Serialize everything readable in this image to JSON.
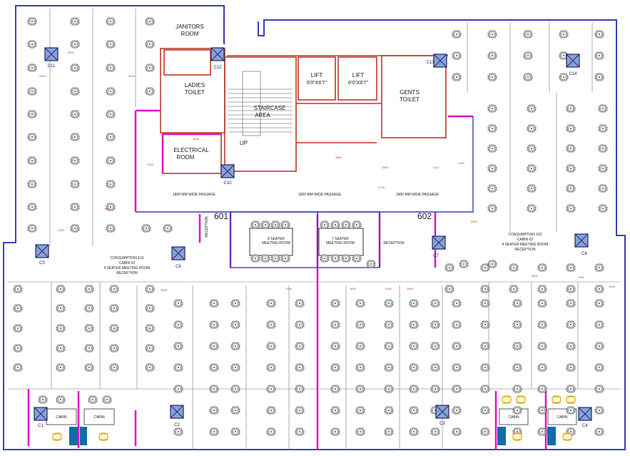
{
  "colors": {
    "outer_wall": "#3a3fb5",
    "core_wall": "#c0392b",
    "partition": "#e010c8",
    "column_fill": "#8aa0d8",
    "column_stroke": "#1a2a6c",
    "desk_line": "#555555",
    "chair": "#444444",
    "cabin_fill": "#0d6ea8",
    "cabin_chair": "#e0a000"
  },
  "icons": {
    "column": "column-cross-icon",
    "chair": "office-chair-icon",
    "door": "door-swing-icon",
    "wc": "wc-fixture-icon"
  },
  "labels": {
    "janitors": [
      "JANITORS",
      "ROOM"
    ],
    "ladies": [
      "LADIES",
      "TOILET"
    ],
    "staircase": [
      "STAIRCASE",
      "AREA"
    ],
    "up": "UP",
    "lift1": [
      "LIFT",
      "6'0\"X6'7\""
    ],
    "lift2": [
      "LIFT",
      "6'0\"X6'7\""
    ],
    "gents": [
      "GENTS",
      "TOILET"
    ],
    "electrical": [
      "ELECTRICAL",
      "ROOM"
    ],
    "passage1": "1800 MM WIDE PASSAGE",
    "passage2": "1800 MM WIDE PASSAGE",
    "passage3": "1800 MM WIDE PASSAGE",
    "unit601": "601",
    "unit602": "602",
    "reception_v": "RECEPTION",
    "reception2": "RECEPTION",
    "meeting1": [
      "8 SEATER",
      "MEETING ROOM"
    ],
    "meeting2": [
      "7 SEATER",
      "MEETING ROOM"
    ],
    "consumption101": [
      "CONSUMPTION 101",
      "CABIN 02",
      "4 SEATER MEETING ROOM",
      "RECEPTION"
    ],
    "consumption102": [
      "CONSUMPTION 102",
      "CABIN 02",
      "4 SEATER MEETING ROOM",
      "RECEPTION"
    ],
    "cabin": "CABIN"
  },
  "columns": [
    {
      "id": "C11"
    },
    {
      "id": "C12"
    },
    {
      "id": "C13"
    },
    {
      "id": "C14"
    },
    {
      "id": "C10"
    },
    {
      "id": "C5"
    },
    {
      "id": "C6"
    },
    {
      "id": "C7"
    },
    {
      "id": "C8"
    },
    {
      "id": "C1"
    },
    {
      "id": "C2"
    },
    {
      "id": "C3"
    },
    {
      "id": "C4"
    }
  ],
  "dimensions": [
    "3000",
    "2400",
    "3000",
    "2838",
    "1200",
    "1330",
    "3600",
    "1800",
    "1417",
    "1200",
    "2740",
    "1524",
    "2320",
    "9000",
    "1500",
    "3000",
    "1200",
    "1650",
    "2000",
    "1800",
    "9000",
    "4000"
  ]
}
